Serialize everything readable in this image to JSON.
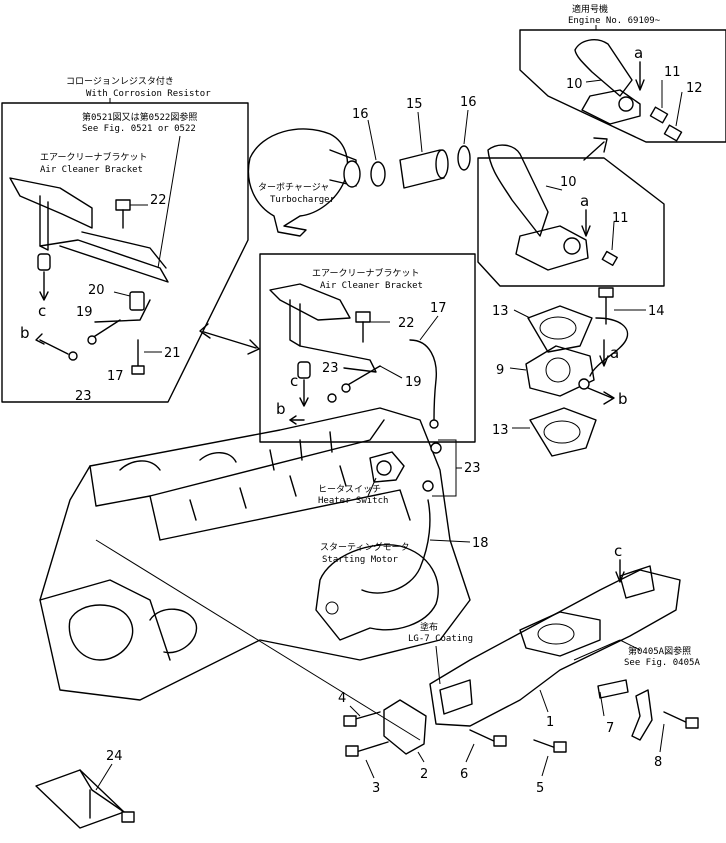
{
  "inset_corrosion": {
    "title_jp": "コロージョンレジスタ付き",
    "title_en": "With Corrosion Resistor",
    "ref_jp": "第0521図又は第0522図参照",
    "ref_en": "See Fig. 0521 or 0522",
    "bracket_jp": "エアークリーナブラケット",
    "bracket_en": "Air Cleaner Bracket",
    "callouts": [
      "22",
      "20",
      "19",
      "21",
      "17",
      "23",
      "c",
      "b"
    ]
  },
  "inset_air_cleaner": {
    "bracket_jp": "エアークリーナブラケット",
    "bracket_en": "Air Cleaner Bracket",
    "callouts": [
      "22",
      "17",
      "19",
      "23",
      "c",
      "b"
    ]
  },
  "inset_engine_no": {
    "title_jp": "適用号機",
    "title_en": "Engine No. 69109~",
    "callouts": [
      "10",
      "a",
      "11",
      "12"
    ]
  },
  "turbocharger": {
    "label_jp": "ターボチャージャ",
    "label_en": "Turbocharger"
  },
  "heater_switch": {
    "label_jp": "ヒータスイッチ",
    "label_en": "Heater Switch"
  },
  "starting_motor": {
    "label_jp": "スターティングモータ",
    "label_en": "Starting Motor"
  },
  "coating": {
    "label_jp": "塗布",
    "label_en": "LG-7 Coating"
  },
  "fig_ref": {
    "label_jp": "第0405A図参照",
    "label_en": "See Fig. 0405A"
  },
  "callouts": {
    "c15": "15",
    "c16a": "16",
    "c16b": "16",
    "c10": "10",
    "ca_main": "a",
    "c11": "11",
    "c13a": "13",
    "c14": "14",
    "c9": "9",
    "ca2": "a",
    "cb2": "b",
    "c13b": "13",
    "c23": "23",
    "c18": "18",
    "cc_main": "c",
    "c1": "1",
    "c7": "7",
    "c4": "4",
    "c3": "3",
    "c2": "2",
    "c6": "6",
    "c5": "5",
    "c8": "8",
    "c24": "24"
  }
}
